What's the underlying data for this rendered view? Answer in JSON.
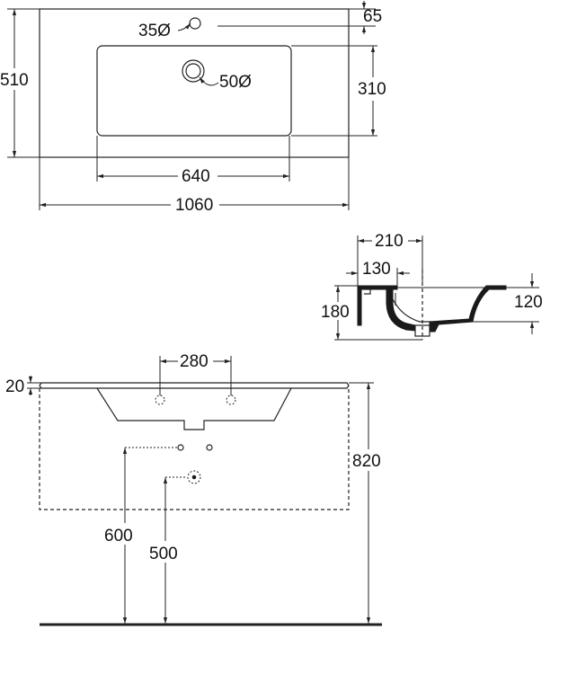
{
  "top_view": {
    "hole_tap": "35Ø",
    "hole_drain": "50Ø",
    "dim_width_total": "1060",
    "dim_width_bowl": "640",
    "dim_depth_total": "510",
    "dim_depth_bowl": "310",
    "dim_tap_offset": "65"
  },
  "side_view": {
    "dim_210": "210",
    "dim_130": "130",
    "dim_180": "180",
    "dim_120": "120"
  },
  "front_view": {
    "dim_280": "280",
    "dim_20": "20",
    "dim_820": "820",
    "dim_600": "600",
    "dim_500": "500"
  }
}
